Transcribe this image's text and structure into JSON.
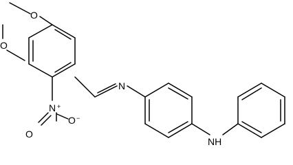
{
  "molecule": {
    "atoms": {
      "o_top": "O",
      "o_left": "O",
      "n_nitro": "N",
      "n_nitro_charge": "+",
      "o_nitro": "O",
      "o_nitro_charge": "−",
      "n_imine": "N",
      "n_amine": "NH"
    },
    "colors": {
      "ink": "#000000",
      "background": "#ffffff"
    }
  }
}
